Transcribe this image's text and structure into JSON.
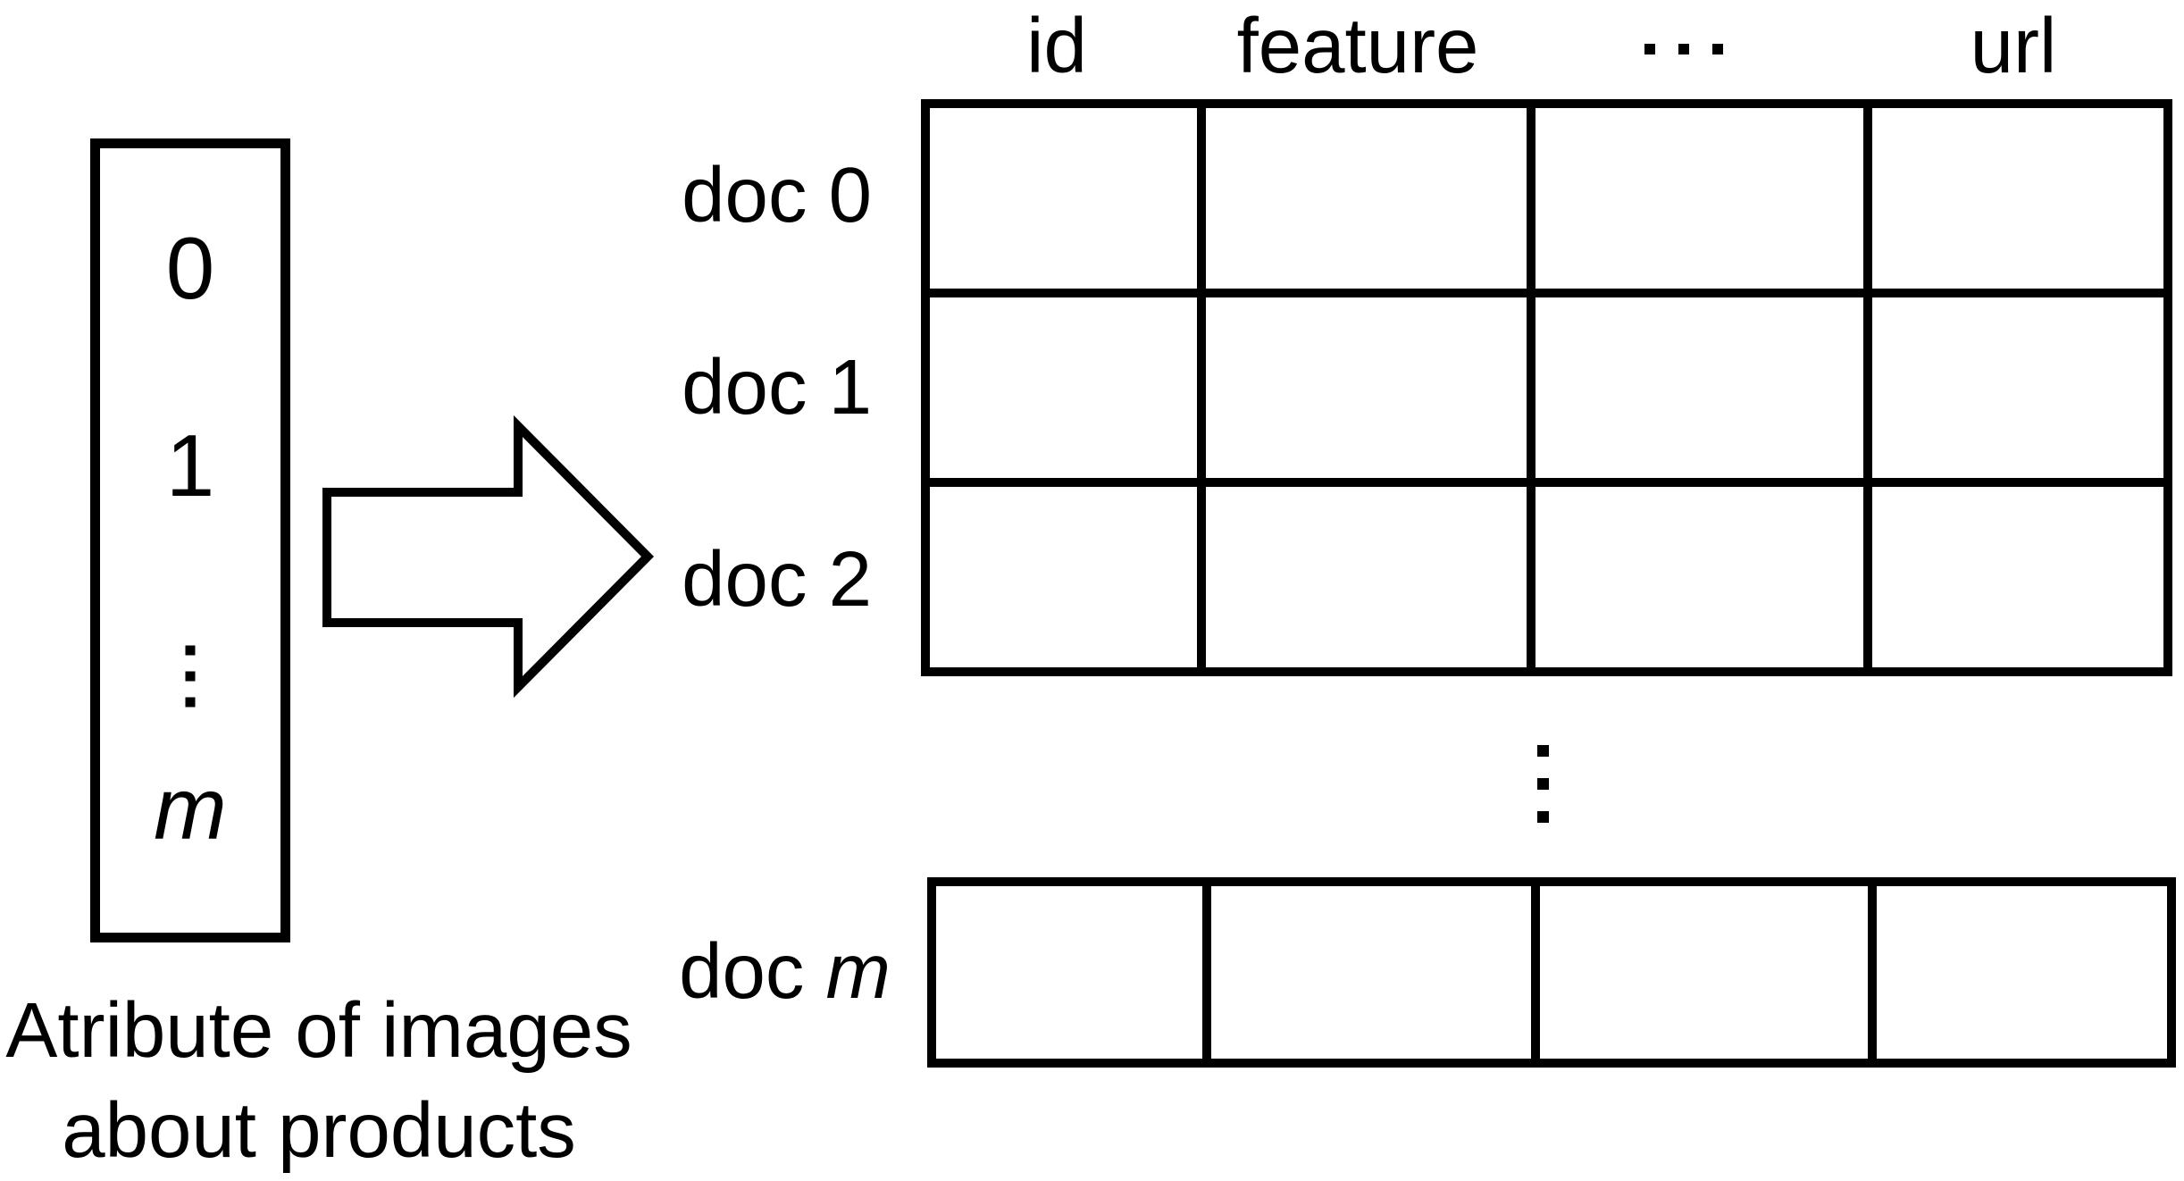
{
  "figure": {
    "background": "#ffffff",
    "ink": "#000000"
  },
  "attribute_vector": {
    "items": [
      "0",
      "1"
    ],
    "vertical_ellipsis": "⋮",
    "last_item": "m",
    "caption": {
      "line1": "Atribute of images",
      "line2": "about products"
    }
  },
  "arrow": {
    "direction": "right"
  },
  "doc_table": {
    "column_headers": [
      "id",
      "feature",
      "…",
      "url"
    ],
    "row_labels": [
      "doc 0",
      "doc 1",
      "doc 2"
    ],
    "vertical_ellipsis": "⋮",
    "last_row_label": {
      "prefix": "doc ",
      "variable": "m"
    }
  }
}
